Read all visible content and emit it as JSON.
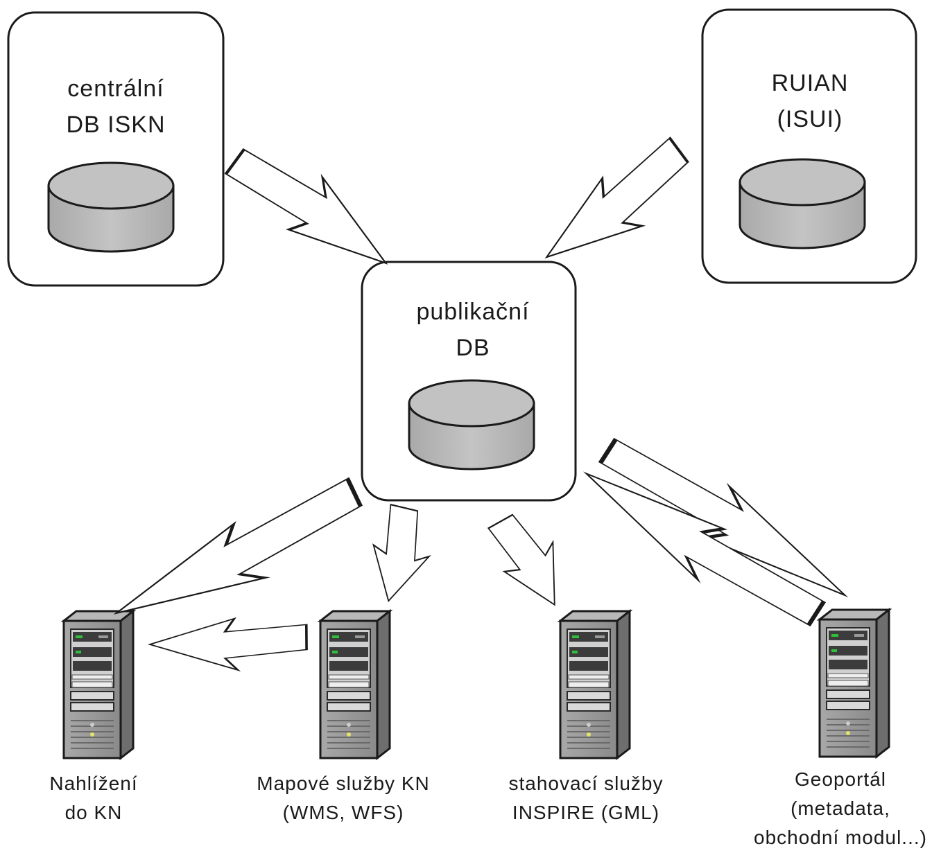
{
  "databases": [
    {
      "id": "iskn",
      "lines": [
        "centrální",
        "DB ISKN"
      ]
    },
    {
      "id": "ruian",
      "lines": [
        "RUIAN",
        "(ISUI)"
      ]
    },
    {
      "id": "publikacni",
      "lines": [
        "publikační",
        "DB"
      ]
    }
  ],
  "servers": [
    {
      "id": "nahlizeni",
      "lines": [
        "Nahlížení",
        "do KN"
      ]
    },
    {
      "id": "mapove",
      "lines": [
        "Mapové služby KN",
        "(WMS, WFS)"
      ]
    },
    {
      "id": "stahovaci",
      "lines": [
        "stahovací služby",
        "INSPIRE (GML)"
      ]
    },
    {
      "id": "geoportal",
      "lines": [
        "Geoportál",
        "(metadata,",
        "obchodní modul...)"
      ]
    }
  ],
  "colors": {
    "box_stroke": "#1a1a1a",
    "cylinder_fill": "#c0c0c0",
    "server_body": "#9a9a9a",
    "server_dark": "#3c3c3c",
    "server_led": "#2fbf3a"
  }
}
